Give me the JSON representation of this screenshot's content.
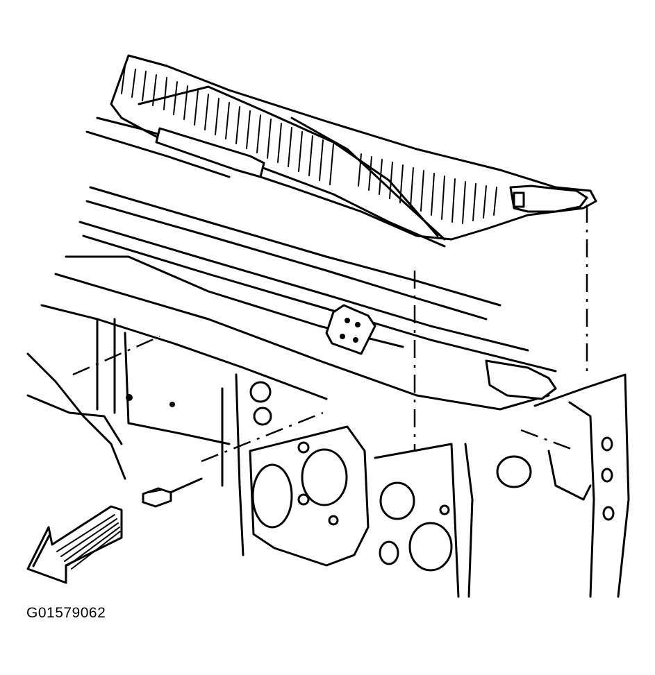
{
  "figure": {
    "id_label": "G01579062",
    "ink_color": "#000000",
    "background_color": "#ffffff"
  },
  "components": {
    "cowl_panel": "air-inlet-grille-panel",
    "connector": "electrical-connector",
    "direction_arrow": "front-of-vehicle-arrow"
  }
}
